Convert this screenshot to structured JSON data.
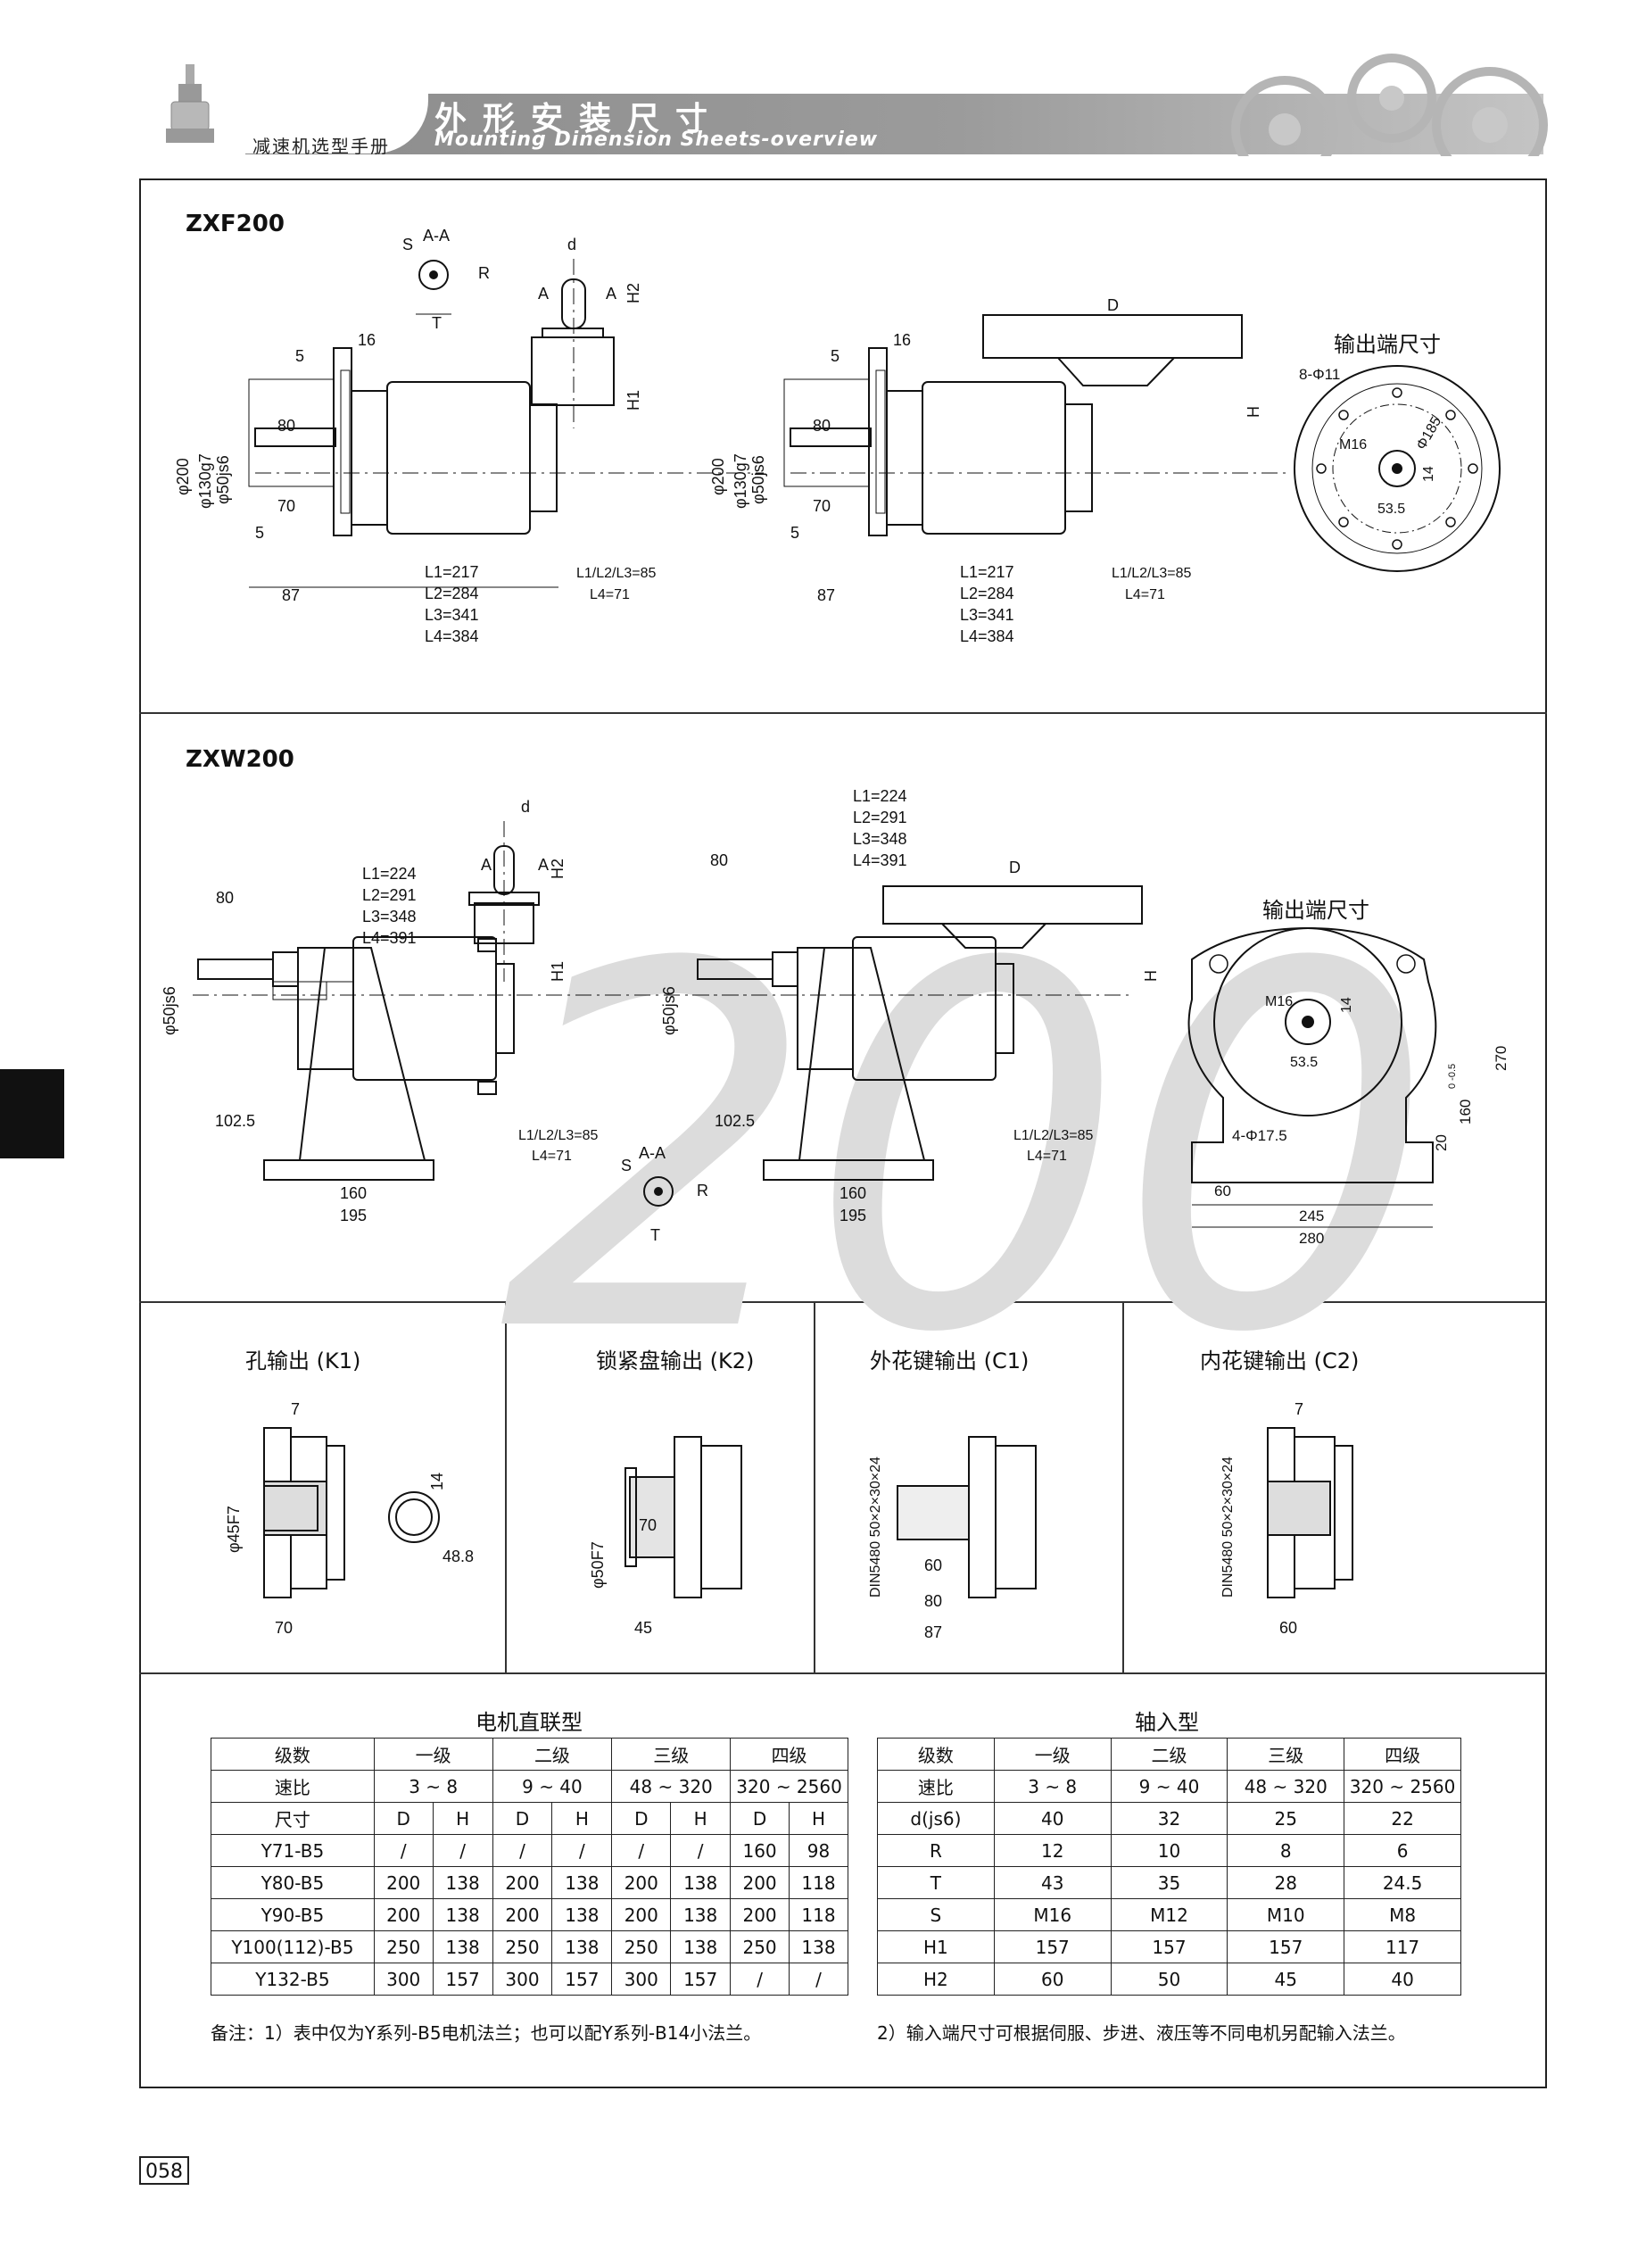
{
  "header": {
    "subtitle": "减速机选型手册",
    "title": "外形安装尺寸",
    "title_en": "Mounting Dinension Sheets-overview"
  },
  "zxf": {
    "label": "ZXF200",
    "output_label": "输出端尺寸",
    "dims": {
      "aa": "A-A",
      "s": "S",
      "t": "T",
      "r": "R",
      "d": "d",
      "a": "A",
      "h2": "H2",
      "h1": "H1",
      "d_big": "D",
      "h": "H",
      "d5": "5",
      "d16": "16",
      "d80": "80",
      "d70": "70",
      "d87": "87",
      "phi200": "φ200",
      "phi130": "φ130g7",
      "phi50": "φ50js6",
      "l1": "L1=217",
      "l2": "L2=284",
      "l3": "L3=341",
      "l4": "L4=384",
      "l123": "L1/L2/L3=85",
      "l4b": "L4=71",
      "holes": "8-Φ11",
      "m16": "M16",
      "phi185": "Φ185",
      "d14": "14",
      "d535": "53.5"
    }
  },
  "zxw": {
    "label": "ZXW200",
    "output_label": "输出端尺寸",
    "dims": {
      "l1": "L1=224",
      "l2": "L2=291",
      "l3": "L3=348",
      "l4": "L4=391",
      "d80": "80",
      "d1025": "102.5",
      "d160": "160",
      "d195": "195",
      "phi50": "φ50js6",
      "l123": "L1/L2/L3=85",
      "l4b": "L4=71",
      "d": "d",
      "a": "A",
      "h2": "H2",
      "h1": "H1",
      "d_big": "D",
      "h": "H",
      "aa": "A-A",
      "s": "S",
      "t": "T",
      "r": "R",
      "m16": "M16",
      "d14": "14",
      "d535": "53.5",
      "d270": "270",
      "d160b": "160",
      "tol": "0 -0.5",
      "d20": "20",
      "holes": "4-Φ17.5",
      "d60": "60",
      "d245": "245",
      "d280": "280"
    },
    "watermark": "200"
  },
  "variants": [
    {
      "label": "孔输出 (K1)",
      "dims": [
        "7",
        "φ45F7",
        "14",
        "48.8",
        "70"
      ]
    },
    {
      "label": "锁紧盘输出 (K2)",
      "dims": [
        "φ50F7",
        "70",
        "45"
      ]
    },
    {
      "label": "外花键输出 (C1)",
      "dims": [
        "DIN5480 50×2×30×24",
        "60",
        "80",
        "87"
      ]
    },
    {
      "label": "内花键输出 (C2)",
      "dims": [
        "7",
        "DIN5480 50×2×30×24",
        "60"
      ]
    }
  ],
  "motor_table": {
    "title": "电机直联型",
    "row_stage": [
      "级数",
      "一级",
      "二级",
      "三级",
      "四级"
    ],
    "row_ratio": [
      "速比",
      "3 ~ 8",
      "9 ~ 40",
      "48 ~ 320",
      "320 ~ 2560"
    ],
    "row_size": [
      "尺寸",
      "D",
      "H",
      "D",
      "H",
      "D",
      "H",
      "D",
      "H"
    ],
    "rows": [
      [
        "Y71-B5",
        "/",
        "/",
        "/",
        "/",
        "/",
        "/",
        "160",
        "98"
      ],
      [
        "Y80-B5",
        "200",
        "138",
        "200",
        "138",
        "200",
        "138",
        "200",
        "118"
      ],
      [
        "Y90-B5",
        "200",
        "138",
        "200",
        "138",
        "200",
        "138",
        "200",
        "118"
      ],
      [
        "Y100(112)-B5",
        "250",
        "138",
        "250",
        "138",
        "250",
        "138",
        "250",
        "138"
      ],
      [
        "Y132-B5",
        "300",
        "157",
        "300",
        "157",
        "300",
        "157",
        "/",
        "/"
      ]
    ],
    "note": "备注：1）表中仅为Y系列-B5电机法兰；也可以配Y系列-B14小法兰。"
  },
  "shaft_table": {
    "title": "轴入型",
    "header": [
      "级数",
      "一级",
      "二级",
      "三级",
      "四级"
    ],
    "rows": [
      [
        "速比",
        "3 ~ 8",
        "9 ~ 40",
        "48 ~ 320",
        "320 ~ 2560"
      ],
      [
        "d(js6)",
        "40",
        "32",
        "25",
        "22"
      ],
      [
        "R",
        "12",
        "10",
        "8",
        "6"
      ],
      [
        "T",
        "43",
        "35",
        "28",
        "24.5"
      ],
      [
        "S",
        "M16",
        "M12",
        "M10",
        "M8"
      ],
      [
        "H1",
        "157",
        "157",
        "157",
        "117"
      ],
      [
        "H2",
        "60",
        "50",
        "45",
        "40"
      ]
    ],
    "note": "2）输入端尺寸可根据伺服、步进、液压等不同电机另配输入法兰。"
  },
  "page_number": "058"
}
